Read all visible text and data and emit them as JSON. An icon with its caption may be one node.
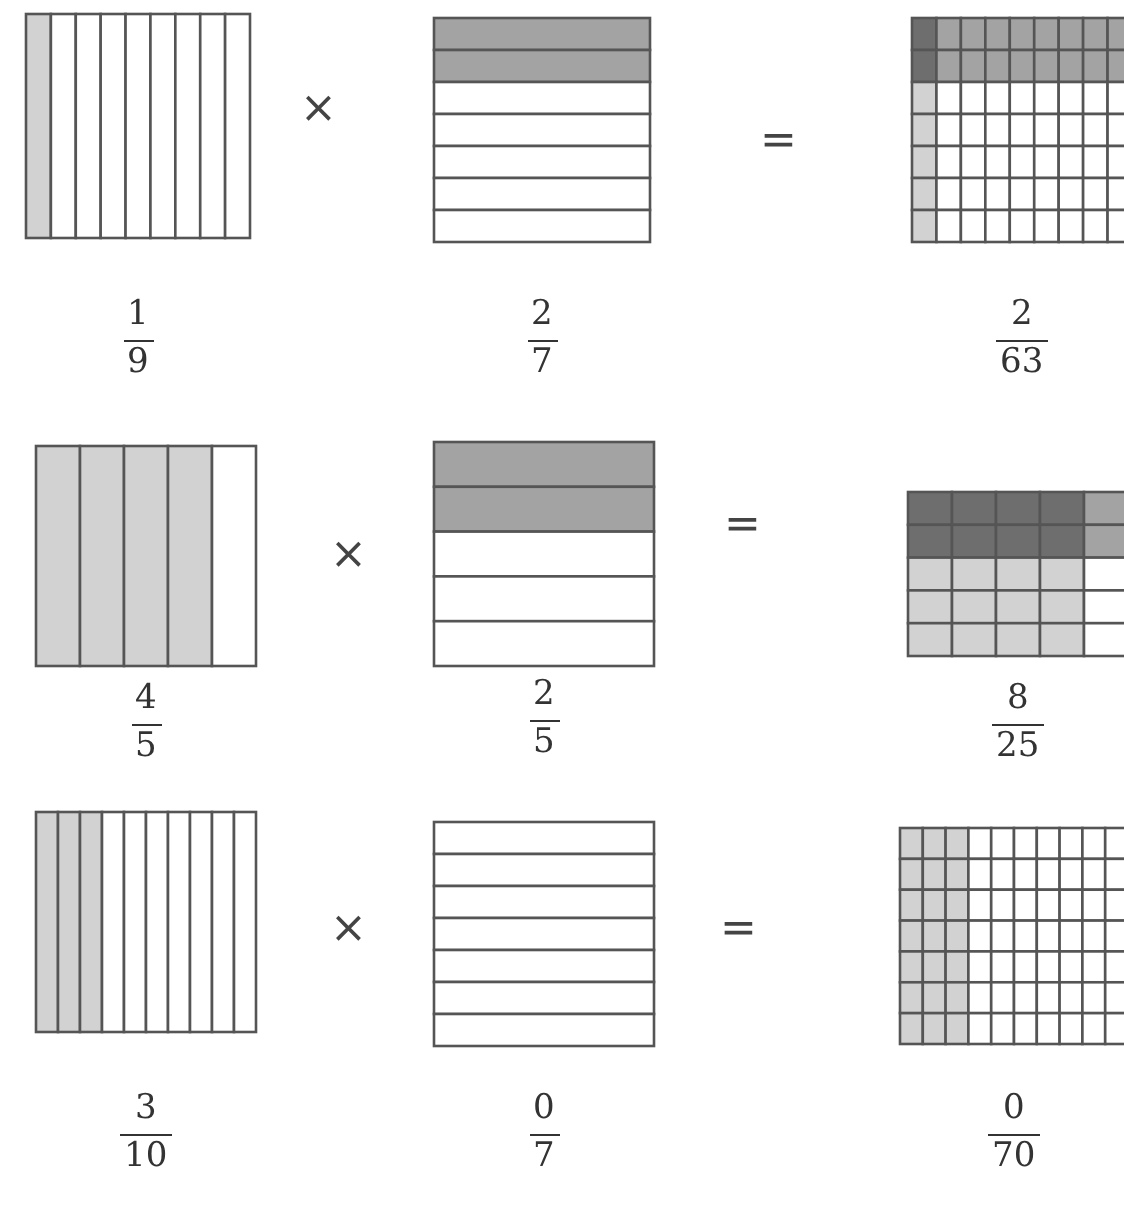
{
  "diagram": {
    "nodes": [
      {
        "text": [],
        "shape": "box",
        "beside": [
          "1",
          "9"
        ]
      },
      {
        "text": [],
        "shape": "box",
        "beside": [
          "2",
          "7"
        ]
      },
      {
        "text": [],
        "shape": "box",
        "beside": [
          "2",
          "63"
        ]
      },
      {
        "text": [],
        "shape": "box",
        "beside": [
          "4",
          "5"
        ]
      },
      {
        "text": [],
        "shape": "box",
        "beside": [
          "2",
          "5"
        ]
      },
      {
        "text": [],
        "shape": "box",
        "beside": [
          "8",
          "25"
        ]
      },
      {
        "text": [],
        "shape": "box",
        "beside": [
          "3",
          "10"
        ]
      },
      {
        "text": [],
        "shape": "box",
        "beside": [
          "0",
          "7"
        ]
      },
      {
        "text": [],
        "shape": "box",
        "beside": [
          "0",
          "70"
        ]
      }
    ],
    "labels": [
      "×",
      "=",
      "×",
      "=",
      "×",
      "="
    ]
  }
}
